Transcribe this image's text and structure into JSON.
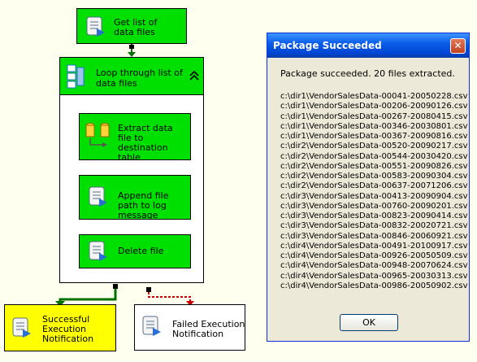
{
  "flow": {
    "get_list": "Get list of data files",
    "loop": "Loop through list of data files",
    "extract": "Extract data file to destination table",
    "append": "Append file path to log message",
    "delete": "Delete file",
    "success": "Successful Execution Notification",
    "failed": "Failed Execution Notification"
  },
  "dialog": {
    "title": "Package Succeeded",
    "message": "Package succeeded. 20 files extracted.",
    "ok_label": "OK",
    "close_glyph": "✕",
    "files": [
      "c:\\dir1\\VendorSalesData-00041-20050228.csv",
      "c:\\dir1\\VendorSalesData-00206-20090126.csv",
      "c:\\dir1\\VendorSalesData-00267-20080415.csv",
      "c:\\dir1\\VendorSalesData-00346-20030801.csv",
      "c:\\dir1\\VendorSalesData-00367-20090816.csv",
      "c:\\dir2\\VendorSalesData-00520-20090217.csv",
      "c:\\dir2\\VendorSalesData-00544-20030420.csv",
      "c:\\dir2\\VendorSalesData-00551-20090826.csv",
      "c:\\dir2\\VendorSalesData-00583-20090304.csv",
      "c:\\dir2\\VendorSalesData-00637-20071206.csv",
      "c:\\dir3\\VendorSalesData-00413-20090904.csv",
      "c:\\dir3\\VendorSalesData-00760-20090201.csv",
      "c:\\dir3\\VendorSalesData-00823-20090414.csv",
      "c:\\dir3\\VendorSalesData-00832-20020721.csv",
      "c:\\dir3\\VendorSalesData-00846-20060921.csv",
      "c:\\dir4\\VendorSalesData-00491-20100917.csv",
      "c:\\dir4\\VendorSalesData-00926-20050509.csv",
      "c:\\dir4\\VendorSalesData-00948-20070624.csv",
      "c:\\dir4\\VendorSalesData-00965-20030313.csv",
      "c:\\dir4\\VendorSalesData-00986-20050902.csv"
    ]
  },
  "colors": {
    "task_green": "#00e000",
    "success_yellow": "#ffff00",
    "dialog_face": "#ece9d8",
    "success_arrow": "#007000",
    "failure_arrow": "#cc0000"
  }
}
